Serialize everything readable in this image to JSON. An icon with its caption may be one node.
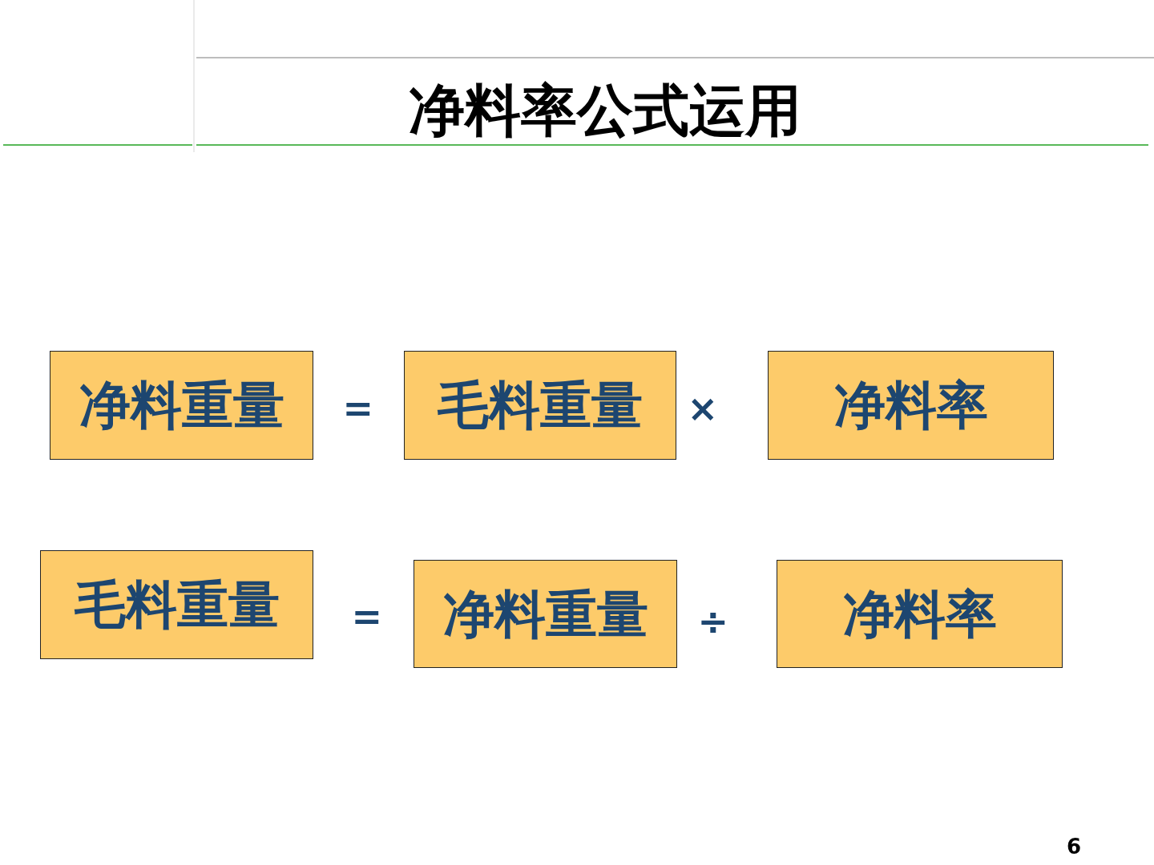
{
  "diagram": {
    "title": "净料率公式运用",
    "nodes": [
      {
        "text": [
          "净料重量"
        ]
      },
      {
        "text": [
          "毛料重量"
        ]
      },
      {
        "text": [
          "净料率"
        ]
      },
      {
        "text": [
          "毛料重量"
        ]
      },
      {
        "text": [
          "净料重量"
        ]
      },
      {
        "text": [
          "净料率"
        ]
      }
    ],
    "labels": [
      "=",
      "×",
      "=",
      "÷",
      "6"
    ]
  }
}
